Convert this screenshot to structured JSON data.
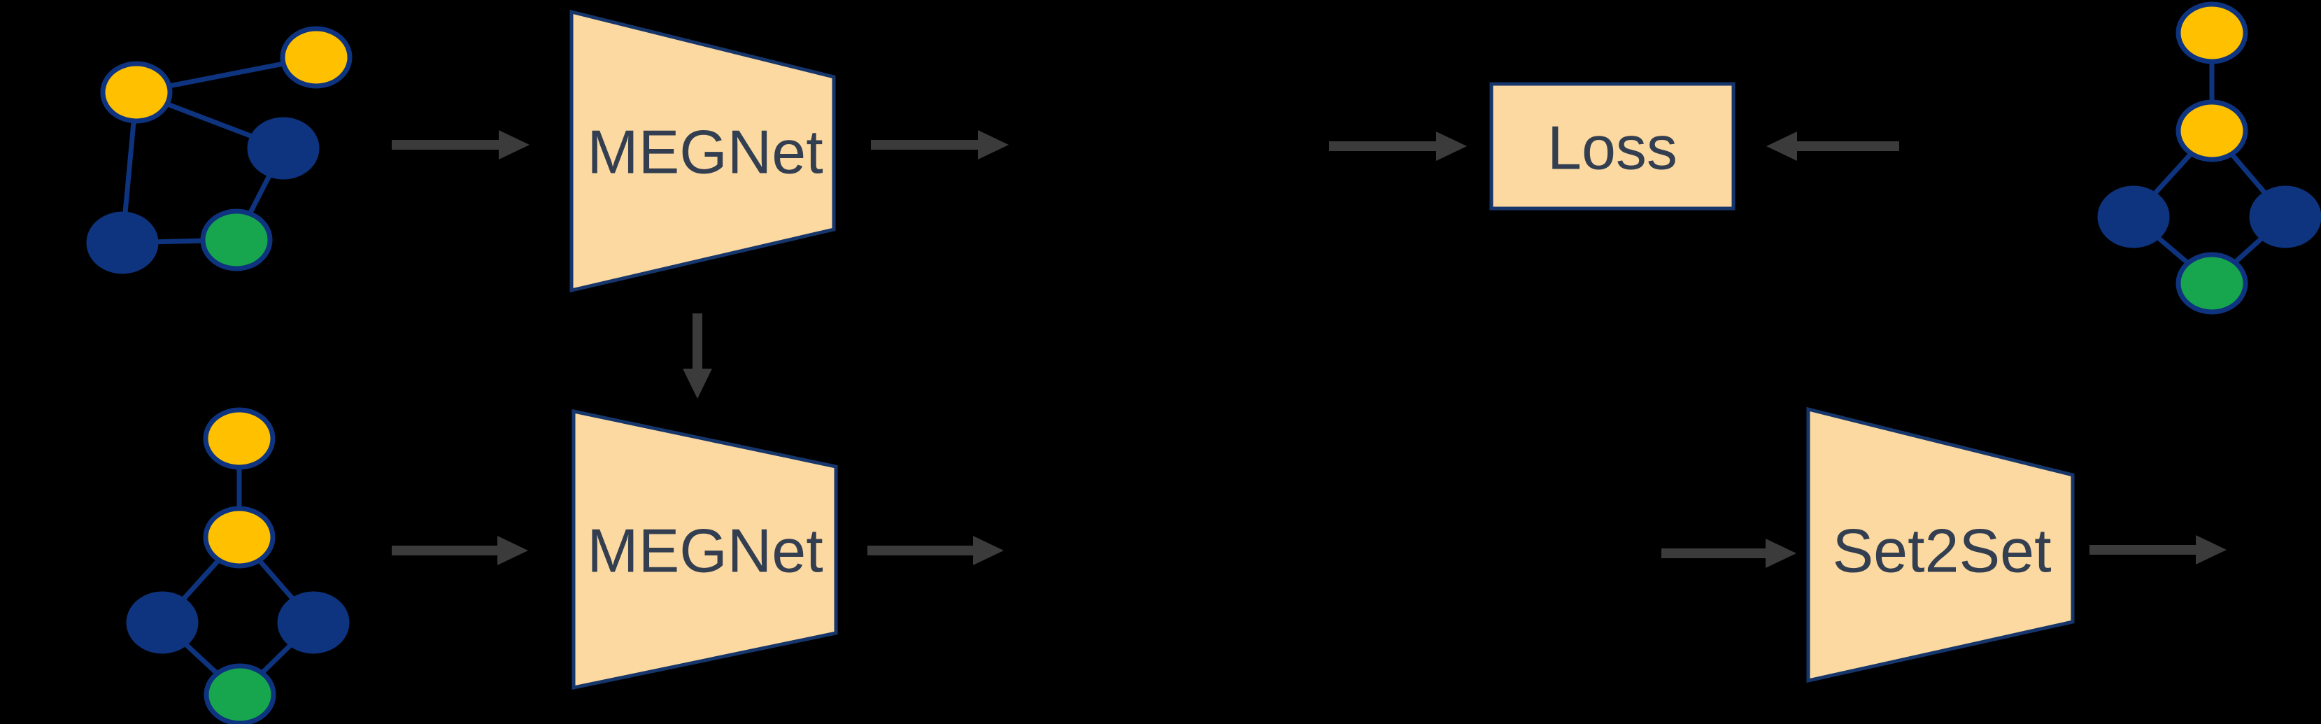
{
  "colors": {
    "background": "#000000",
    "block_fill": "#FCD9A1",
    "block_border": "#16366B",
    "label_text": "#333F50",
    "arrow": "#3B3B3B",
    "node_yellow": "#FFC000",
    "node_navy": "#0E3480",
    "node_green": "#17A54D",
    "edge": "#0E3480"
  },
  "blocks": {
    "megnet_top": {
      "label": "MEGNet",
      "shape": "trapezoid"
    },
    "megnet_bottom": {
      "label": "MEGNet",
      "shape": "trapezoid"
    },
    "loss": {
      "label": "Loss",
      "shape": "rectangle"
    },
    "set2set": {
      "label": "Set2Set",
      "shape": "trapezoid"
    }
  },
  "graphs": {
    "input_graph_unordered_top_left": {
      "node_colors": [
        "yellow",
        "yellow",
        "navy",
        "navy",
        "green"
      ],
      "edges": [
        [
          1,
          0
        ],
        [
          1,
          2
        ],
        [
          1,
          3
        ],
        [
          3,
          4
        ],
        [
          4,
          2
        ]
      ]
    },
    "input_graph_structured_bottom_left": {
      "node_colors": [
        "yellow",
        "yellow",
        "navy",
        "navy",
        "green"
      ],
      "edges": [
        [
          0,
          1
        ],
        [
          1,
          2
        ],
        [
          1,
          3
        ],
        [
          2,
          4
        ],
        [
          3,
          4
        ]
      ]
    },
    "target_graph_top_right": {
      "node_colors": [
        "yellow",
        "yellow",
        "navy",
        "navy",
        "green"
      ],
      "edges": [
        [
          0,
          1
        ],
        [
          1,
          2
        ],
        [
          1,
          3
        ],
        [
          2,
          4
        ],
        [
          3,
          4
        ]
      ]
    }
  },
  "flow": {
    "arrows": [
      "top-graph to megnet-top",
      "megnet-top output",
      "into loss",
      "target-graph to loss",
      "megnet-top down to megnet-bottom",
      "bottom-graph to megnet-bottom",
      "megnet-bottom output",
      "into set2set",
      "set2set output"
    ]
  }
}
